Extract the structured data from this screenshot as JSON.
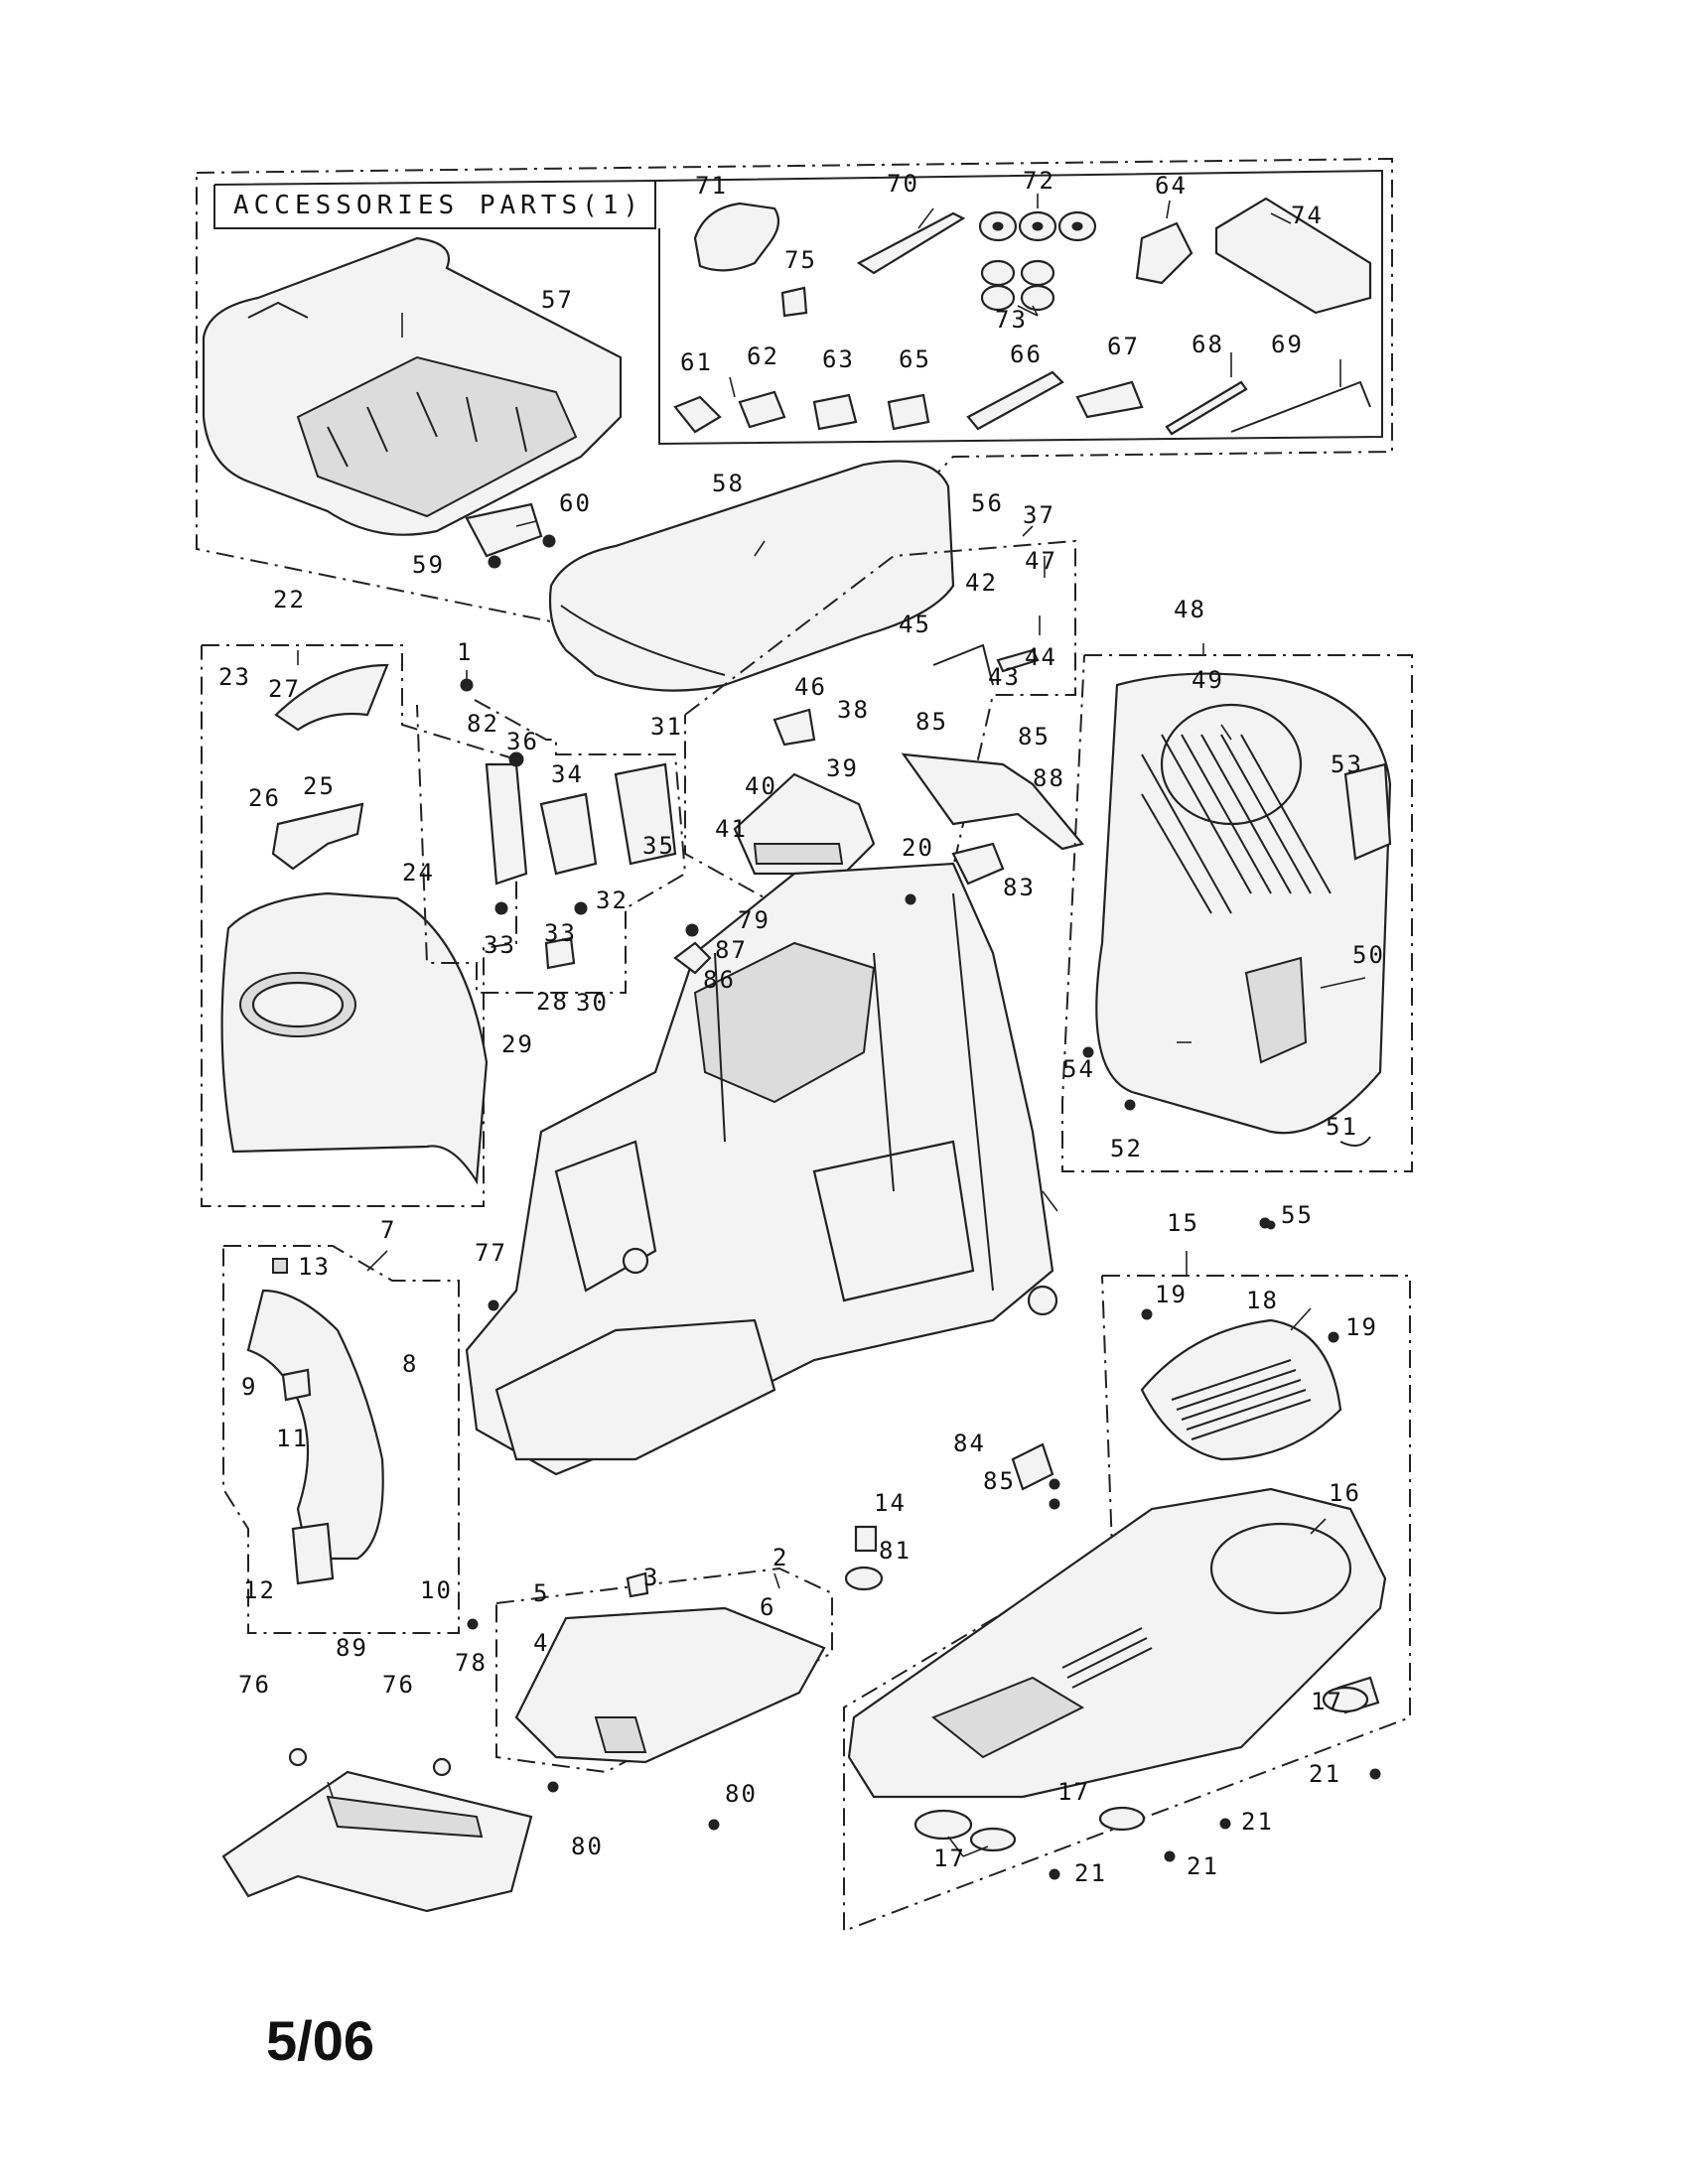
{
  "diagram": {
    "accessories_title": "ACCESSORIES PARTS(1)",
    "page_date": "5/06",
    "labels": {
      "n1": "1",
      "n2": "2",
      "n3": "3",
      "n4": "4",
      "n5": "5",
      "n6": "6",
      "n7": "7",
      "n8": "8",
      "n9": "9",
      "n10": "10",
      "n11": "11",
      "n12": "12",
      "n13": "13",
      "n14": "14",
      "n15": "15",
      "n16": "16",
      "n17a": "17",
      "n17b": "17",
      "n17c": "17",
      "n18": "18",
      "n19a": "19",
      "n19b": "19",
      "n20": "20",
      "n21a": "21",
      "n21b": "21",
      "n21c": "21",
      "n21d": "21",
      "n22": "22",
      "n23": "23",
      "n24": "24",
      "n25": "25",
      "n26": "26",
      "n27": "27",
      "n28": "28",
      "n29": "29",
      "n30": "30",
      "n31": "31",
      "n32": "32",
      "n33a": "33",
      "n33b": "33",
      "n34": "34",
      "n35": "35",
      "n36": "36",
      "n37": "37",
      "n38": "38",
      "n39": "39",
      "n40": "40",
      "n41": "41",
      "n42": "42",
      "n43": "43",
      "n44": "44",
      "n45": "45",
      "n46": "46",
      "n47": "47",
      "n48": "48",
      "n49": "49",
      "n50": "50",
      "n51": "51",
      "n52": "52",
      "n53": "53",
      "n54": "54",
      "n55": "55",
      "n56": "56",
      "n57": "57",
      "n58": "58",
      "n59": "59",
      "n60": "60",
      "n61": "61",
      "n62": "62",
      "n63": "63",
      "n64": "64",
      "n65": "65",
      "n66": "66",
      "n67": "67",
      "n68": "68",
      "n69": "69",
      "n70": "70",
      "n71": "71",
      "n72": "72",
      "n73": "73",
      "n74": "74",
      "n75": "75",
      "n76a": "76",
      "n76b": "76",
      "n77": "77",
      "n78": "78",
      "n79": "79",
      "n80a": "80",
      "n80b": "80",
      "n81": "81",
      "n82": "82",
      "n83": "83",
      "n84": "84",
      "n85a": "85",
      "n85b": "85",
      "n85c": "85",
      "n86": "86",
      "n87": "87",
      "n88": "88",
      "n89": "89"
    }
  }
}
